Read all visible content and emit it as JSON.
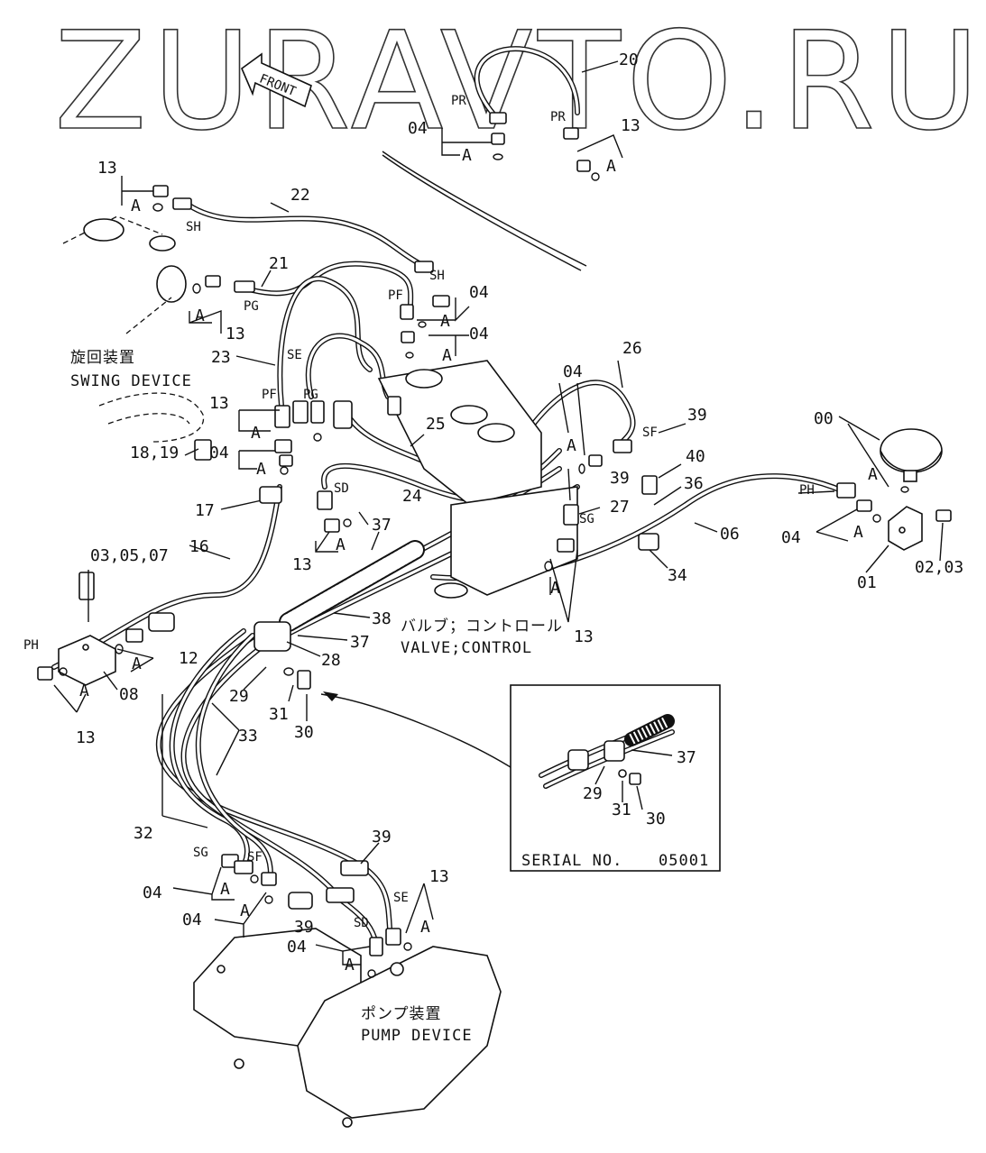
{
  "watermark": "ZURAVTO.RU",
  "arrow_label": "FRONT",
  "captions": {
    "swing_device_jp": "旋回装置",
    "swing_device_en": "SWING DEVICE",
    "valve_jp": "バルブ；コントロール",
    "valve_en": "VALVE;CONTROL",
    "pump_jp": "ポンプ装置",
    "pump_en": "PUMP DEVICE",
    "serial_label": "SERIAL NO.",
    "serial_value": "05001"
  },
  "labels": [
    "20",
    "PR",
    "PR",
    "04",
    "A",
    "13",
    "A",
    "13",
    "A",
    "SH",
    "22",
    "SH",
    "21",
    "PG",
    "A",
    "13",
    "PF",
    "04",
    "A",
    "04",
    "A",
    "23",
    "SE",
    "PF",
    "PG",
    "13",
    "A",
    "04",
    "A",
    "18,19",
    "25",
    "26",
    "04",
    "A",
    "39",
    "SF",
    "00",
    "A",
    "40",
    "36",
    "PH",
    "04",
    "A",
    "02,03",
    "01",
    "06",
    "34",
    "SD",
    "24",
    "39",
    "27",
    "SG",
    "37",
    "13",
    "A",
    "17",
    "16",
    "03,05,07",
    "PH",
    "A",
    "12",
    "08",
    "A",
    "13",
    "38",
    "37",
    "28",
    "29",
    "31",
    "30",
    "A",
    "13",
    "33",
    "32",
    "39",
    "SG",
    "SF",
    "04",
    "A",
    "04",
    "A",
    "39",
    "SD",
    "SE",
    "13",
    "A",
    "04",
    "A",
    "37",
    "29",
    "31",
    "30"
  ]
}
